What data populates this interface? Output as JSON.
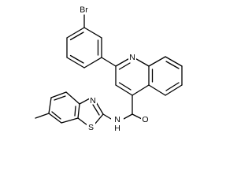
{
  "molecule": {
    "atoms": {
      "br": "Br",
      "n_quinoline": "N",
      "n_thiazole": "N",
      "s_thiazole": "S",
      "nh_amide": "N",
      "h_amide": "H",
      "o_carbonyl": "O"
    }
  }
}
